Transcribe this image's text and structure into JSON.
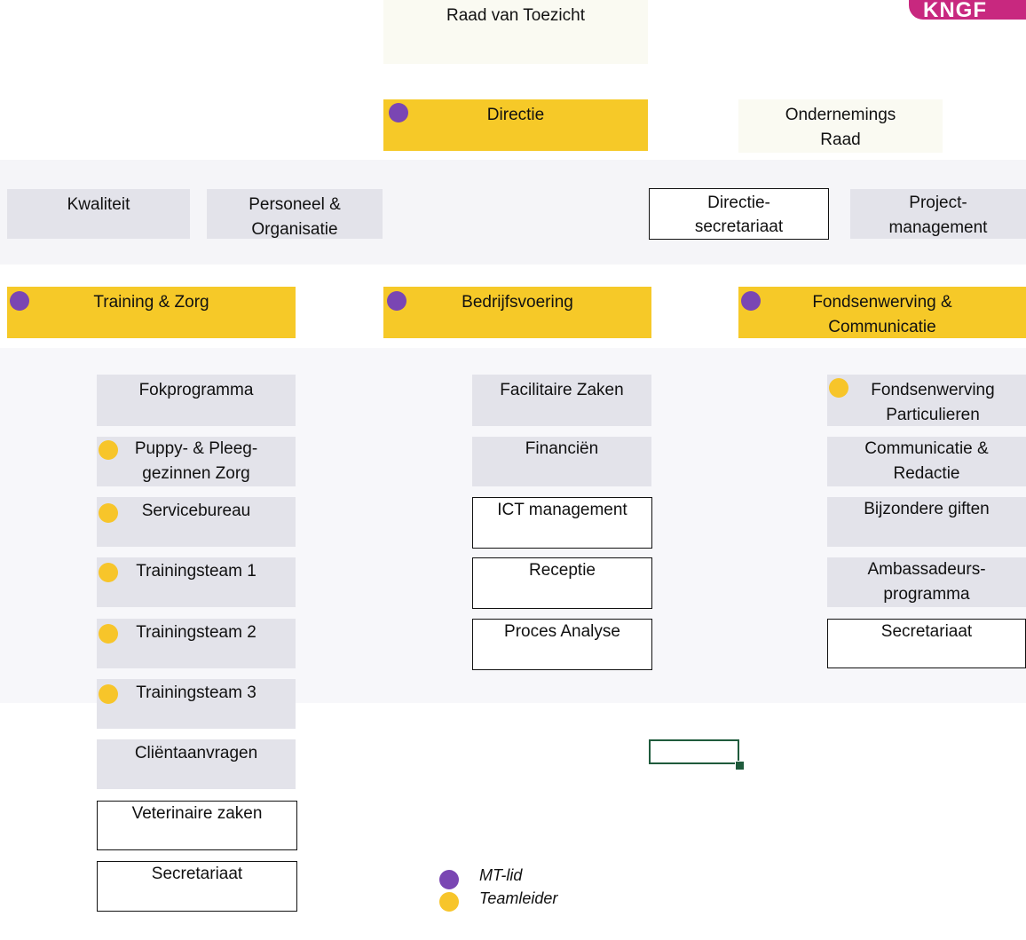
{
  "logo": {
    "text": "KNGF"
  },
  "top": {
    "raad": "Raad van Toezicht",
    "directie": "Directie",
    "or_line1": "Ondernemings",
    "or_line2": "Raad"
  },
  "staff": {
    "kwaliteit": "Kwaliteit",
    "po_line1": "Personeel &",
    "po_line2": "Organisatie",
    "ds_line1": "Directie-",
    "ds_line2": "secretariaat",
    "pm_line1": "Project-",
    "pm_line2": "management"
  },
  "departments": {
    "training": "Training & Zorg",
    "bedrijf": "Bedrijfsvoering",
    "fonds_line1": "Fondsenwerving &",
    "fonds_line2": "Communicatie"
  },
  "training_units": {
    "fok": "Fokprogramma",
    "puppy_line1": "Puppy- & Pleeg-",
    "puppy_line2": "gezinnen Zorg",
    "service": "Servicebureau",
    "team1": "Trainingsteam 1",
    "team2": "Trainingsteam 2",
    "team3": "Trainingsteam 3",
    "client": "Cliëntaanvragen",
    "vet": "Veterinaire zaken",
    "secr": "Secretariaat"
  },
  "bedrijf_units": {
    "facilitaire": "Facilitaire Zaken",
    "financien": "Financiën",
    "ict": "ICT management",
    "receptie": "Receptie",
    "proces": "Proces Analyse"
  },
  "fonds_units": {
    "part_line1": "Fondsenwerving",
    "part_line2": "Particulieren",
    "comm_line1": "Communicatie &",
    "comm_line2": "Redactie",
    "gifts": "Bijzondere giften",
    "amb_line1": "Ambassadeurs-",
    "amb_line2": "programma",
    "secr": "Secretariaat"
  },
  "legend": {
    "mt": "MT-lid",
    "team": "Teamleider"
  },
  "colors": {
    "mt_dot": "#7a46b3",
    "teamleider_dot": "#f7c52a",
    "department_fill": "#f6c928",
    "unit_fill": "#e3e3ea",
    "logo": "#c8287f"
  }
}
